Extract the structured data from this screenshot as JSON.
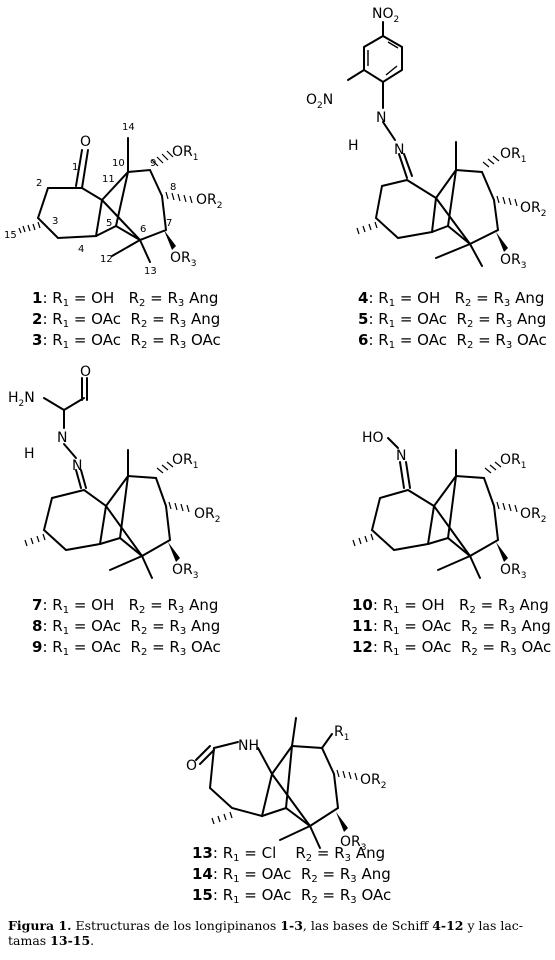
{
  "structures": {
    "s1": {
      "ketone_O": "O",
      "or1": "OR1",
      "or2": "OR2",
      "or3": "OR3",
      "numbers": [
        "1",
        "2",
        "3",
        "4",
        "5",
        "6",
        "7",
        "8",
        "9",
        "10",
        "11",
        "12",
        "13",
        "14",
        "15"
      ]
    },
    "s2": {
      "no2_top": "NO2",
      "no2_side": "O2N",
      "nh": "H",
      "n1": "N",
      "n2": "N",
      "or1": "OR1",
      "or2": "OR2",
      "or3": "OR3"
    },
    "s3": {
      "nh2": "H2N",
      "o": "O",
      "nh": "H",
      "n1": "N",
      "n2": "N",
      "or1": "OR1",
      "or2": "OR2",
      "or3": "OR3"
    },
    "s4": {
      "ho": "HO",
      "n": "N",
      "or1": "OR1",
      "or2": "OR2",
      "or3": "OR3"
    },
    "s5": {
      "o": "O",
      "nh": "NH",
      "r1": "R1",
      "or2": "OR2",
      "or3": "OR3"
    }
  },
  "compound_groups": [
    {
      "id": "g1",
      "rows": [
        {
          "num": "1",
          "r1": "OH",
          "r23": "Ang"
        },
        {
          "num": "2",
          "r1": "OAc",
          "r23": "Ang"
        },
        {
          "num": "3",
          "r1": "OAc",
          "r23": "OAc"
        }
      ]
    },
    {
      "id": "g2",
      "rows": [
        {
          "num": "4",
          "r1": "OH",
          "r23": "Ang"
        },
        {
          "num": "5",
          "r1": "OAc",
          "r23": "Ang"
        },
        {
          "num": "6",
          "r1": "OAc",
          "r23": "OAc"
        }
      ]
    },
    {
      "id": "g3",
      "rows": [
        {
          "num": "7",
          "r1": "OH",
          "r23": "Ang"
        },
        {
          "num": "8",
          "r1": "OAc",
          "r23": "Ang"
        },
        {
          "num": "9",
          "r1": "OAc",
          "r23": "OAc"
        }
      ]
    },
    {
      "id": "g4",
      "rows": [
        {
          "num": "10",
          "r1": "OH",
          "r23": "Ang"
        },
        {
          "num": "11",
          "r1": "OAc",
          "r23": "Ang"
        },
        {
          "num": "12",
          "r1": "OAc",
          "r23": "OAc"
        }
      ]
    },
    {
      "id": "g5",
      "rows": [
        {
          "num": "13",
          "r1": "Cl",
          "r23": "Ang"
        },
        {
          "num": "14",
          "r1": "OAc",
          "r23": "Ang"
        },
        {
          "num": "15",
          "r1": "OAc",
          "r23": "OAc"
        }
      ]
    }
  ],
  "caption": {
    "label": "Figura 1.",
    "t1": " Estructuras de los longipinanos ",
    "b1": "1-3",
    "t2": ", las bases de Schiff ",
    "b2": "4-12",
    "t3": " y las lac-tamas ",
    "b3": "13-15",
    "t4": "."
  }
}
